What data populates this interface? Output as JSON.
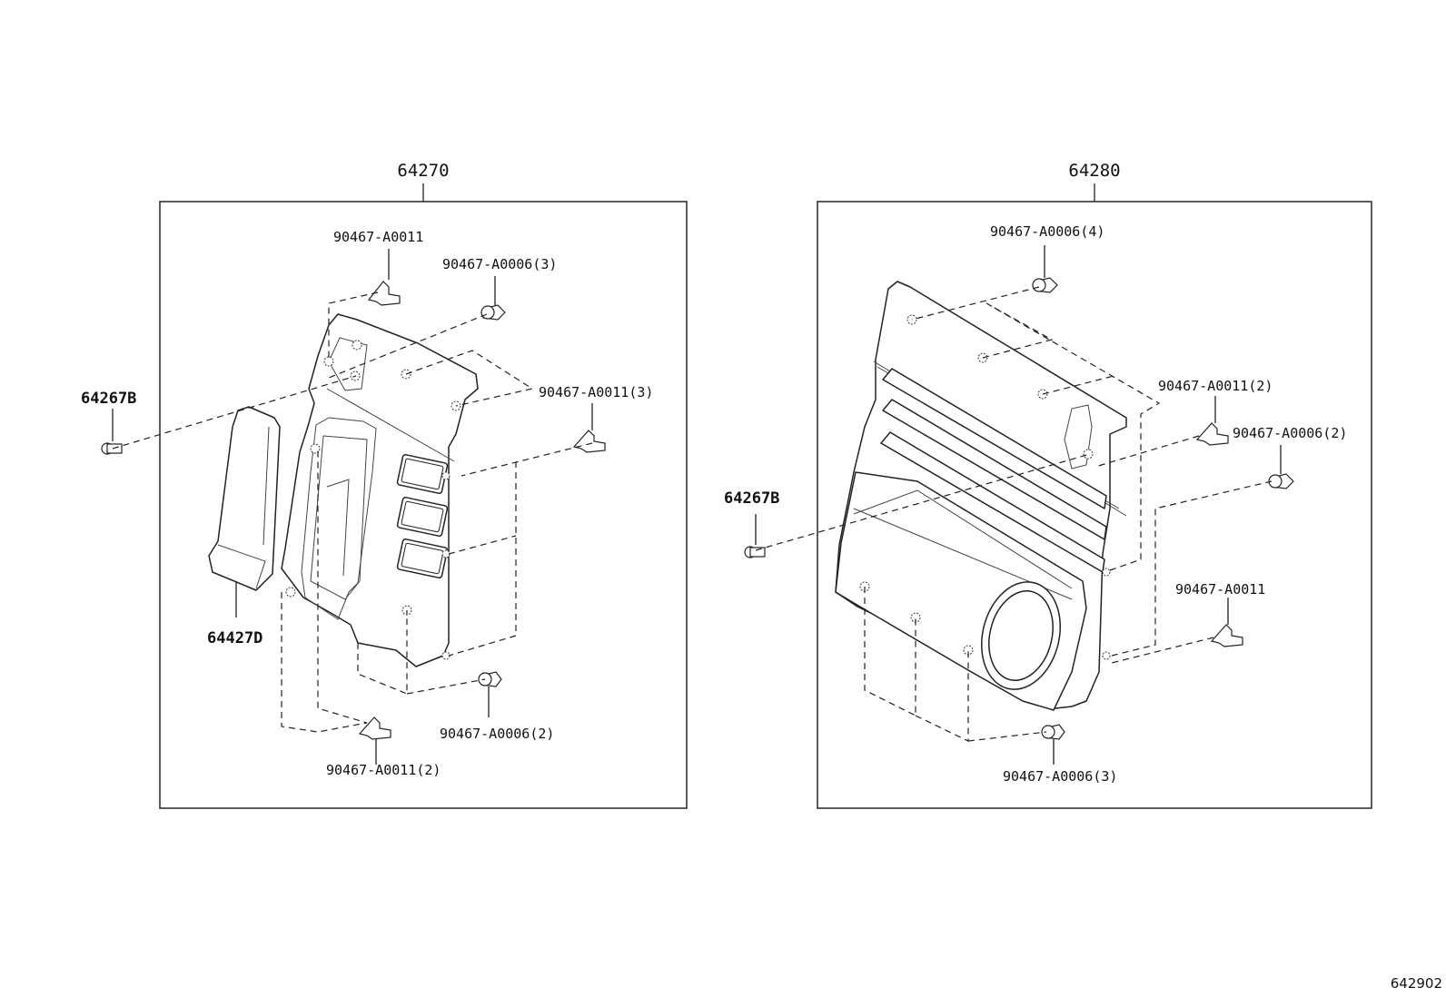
{
  "diagram_ref": "642902",
  "assemblies": [
    {
      "id": "left",
      "part_number": "64270",
      "callouts": {
        "clip_top": "90467-A0011",
        "grommet_top": "90467-A0006(3)",
        "clip_right": "90467-A0011(3)",
        "screw": "64267B",
        "cover": "64427D",
        "grommet_bottom": "90467-A0006(2)",
        "clip_bottom": "90467-A0011(2)"
      }
    },
    {
      "id": "right",
      "part_number": "64280",
      "callouts": {
        "grommet_top": "90467-A0006(4)",
        "clip_upper": "90467-A0011(2)",
        "grommet_right": "90467-A0006(2)",
        "screw": "64267B",
        "clip_lower": "90467-A0011",
        "grommet_bottom": "90467-A0006(3)"
      }
    }
  ]
}
